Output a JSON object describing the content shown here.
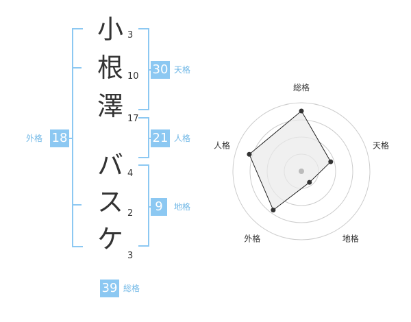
{
  "name": {
    "chars": [
      {
        "char": "小",
        "strokes": "3"
      },
      {
        "char": "根",
        "strokes": "10"
      },
      {
        "char": "澤",
        "strokes": "17"
      },
      {
        "char": "バ",
        "strokes": "4"
      },
      {
        "char": "ス",
        "strokes": "2"
      },
      {
        "char": "ケ",
        "strokes": "3"
      }
    ]
  },
  "kaku": {
    "tenkaku": {
      "value": "30",
      "label": "天格"
    },
    "jinkaku": {
      "value": "21",
      "label": "人格"
    },
    "chikaku": {
      "value": "9",
      "label": "地格"
    },
    "gaikaku": {
      "value": "18",
      "label": "外格"
    },
    "soukaku": {
      "value": "39",
      "label": "総格"
    }
  },
  "colors": {
    "accent": "#8cc8f2",
    "text": "#333333",
    "label": "#6fb7e6"
  },
  "chart_data": {
    "type": "radar",
    "axes": [
      "総格",
      "天格",
      "地格",
      "外格",
      "人格"
    ],
    "values": [
      0.88,
      0.45,
      0.2,
      0.7,
      0.8
    ],
    "rings": 4,
    "range": [
      0,
      1
    ]
  }
}
